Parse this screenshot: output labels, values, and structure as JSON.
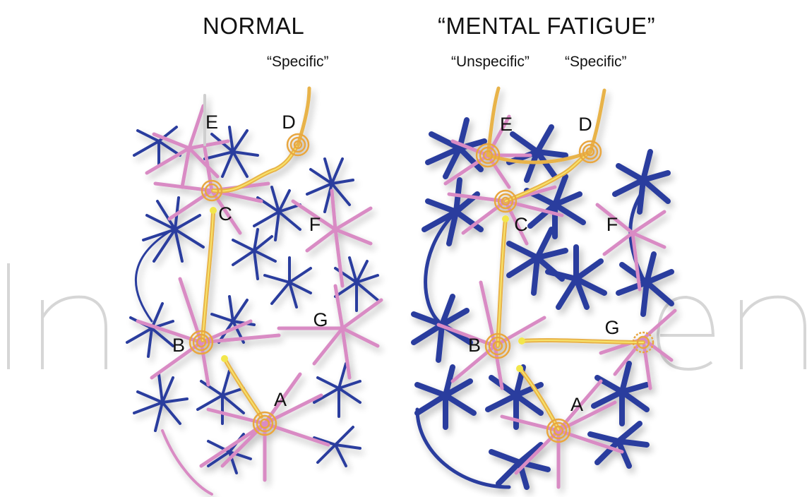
{
  "panels": [
    {
      "title": "NORMAL",
      "subtitles": [
        "“Specific”"
      ],
      "nodes": {
        "A": "A",
        "B": "B",
        "C": "C",
        "D": "D",
        "E": "E",
        "F": "F",
        "G": "G"
      }
    },
    {
      "title": "“MENTAL FATIGUE”",
      "subtitles": [
        "“Unspecific”",
        "“Specific”"
      ],
      "nodes": {
        "A": "A",
        "B": "B",
        "C": "C",
        "D": "D",
        "E": "E",
        "F": "F",
        "G": "G"
      }
    }
  ],
  "colors": {
    "neuron": "#d98bc4",
    "astrocyte": "#2c3d9e",
    "axon": "#e8b34a",
    "axon_core": "#f7e36a",
    "watermark": "#dcdcdc"
  },
  "icons": {
    "neuron": "neuron-icon",
    "astrocyte": "astrocyte-icon",
    "synapse": "synapse-icon"
  }
}
